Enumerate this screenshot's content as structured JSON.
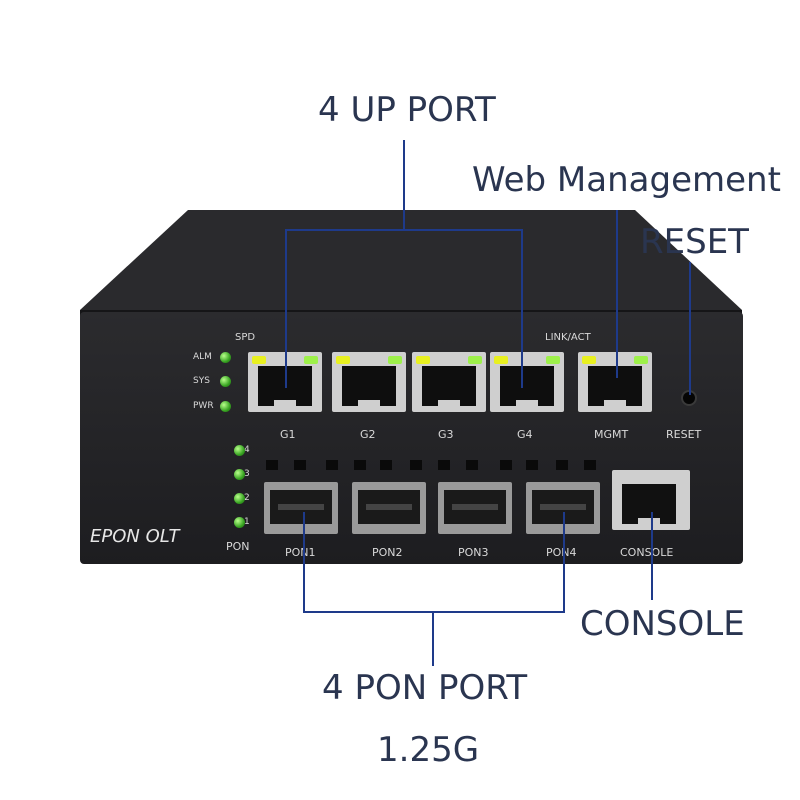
{
  "callouts": {
    "up_port": "4 UP PORT",
    "web_management": "Web Management",
    "reset": "RESET",
    "console": "CONSOLE",
    "pon_port": "4 PON PORT",
    "speed": "1.25G"
  },
  "panel": {
    "brand": "EPON OLT",
    "spd": "SPD",
    "link_act": "LINK/ACT",
    "status_leds": [
      "ALM",
      "SYS",
      "PWR"
    ],
    "pon_leds": [
      "4",
      "3",
      "2",
      "1"
    ],
    "pon_group": "PON",
    "uplink_ports": [
      "G1",
      "G2",
      "G3",
      "G4"
    ],
    "mgmt_port": "MGMT",
    "reset_label": "RESET",
    "pon_ports": [
      "PON1",
      "PON2",
      "PON3",
      "PON4"
    ],
    "console_port": "CONSOLE"
  },
  "colors": {
    "callout_text": "#2a3550",
    "leader_line": "#1e3a8a",
    "chassis": "#1f1f22",
    "led_green": "#37a321"
  }
}
